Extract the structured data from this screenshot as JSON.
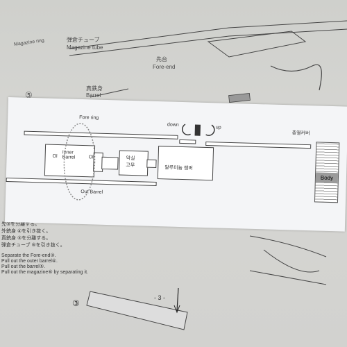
{
  "background": {
    "top_left_label": "Magazine ring",
    "magazine_tube_jp": "弾倉チューブ",
    "magazine_tube_en": "Magazine tube",
    "fore_end_jp": "先台",
    "fore_end_en": "Fore-end",
    "inner_barrel_jp": "真鉄身",
    "inner_barrel_en": "Barrel",
    "step5": "⑤",
    "step3": "③",
    "page_number": "- 3 -",
    "steps_jp": [
      "先③を分離する。",
      "外銃身 ④を引き抜く。",
      "真銃身 ⑤を分離する。",
      "弾倉チューブ ⑥を引き抜く。"
    ],
    "steps_en": [
      "Separate the  Fore-end③.",
      "Pull out the outer barrel④.",
      "Pull out the barrel⑤.",
      "Pull out the magazine⑥ by separating it."
    ]
  },
  "note": {
    "fore_ring": "Fore ring",
    "down": "down",
    "up": "up",
    "korean_cover": "총열커버",
    "inner_barrel": "Inner\nBarrel",
    "ol": "Ol",
    "ol2": "Ol",
    "rubber": "악실\n고무",
    "chamber": "알루미늄 챔버",
    "body": "Body",
    "out_barrel": "Out Barrel"
  }
}
